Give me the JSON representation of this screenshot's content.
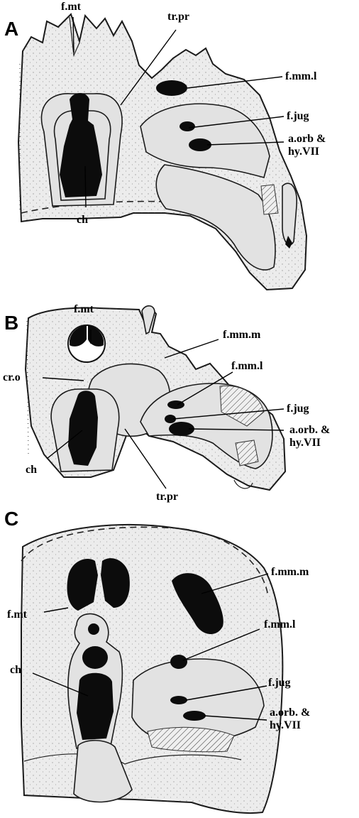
{
  "panels": [
    {
      "id": "A",
      "labels": {
        "f_mt": "f.mt",
        "tr_pr": "tr.pr",
        "f_mm_l": "f.mm.l",
        "f_jug": "f.jug",
        "a_orb_1": "a.orb &",
        "a_orb_2": "hy.VII",
        "ch": "ch"
      }
    },
    {
      "id": "B",
      "labels": {
        "f_mt": "f.mt",
        "f_mm_m": "f.mm.m",
        "f_mm_l": "f.mm.l",
        "cr_o": "cr.o",
        "f_jug": "f.jug",
        "a_orb_1": "a.orb. &",
        "a_orb_2": "hy.VII",
        "ch": "ch",
        "tr_pr": "tr.pr"
      }
    },
    {
      "id": "C",
      "labels": {
        "f_mm_m": "f.mm.m",
        "f_mt": "f.mt",
        "f_mm_l": "f.mm.l",
        "ch": "ch",
        "f_jug": "f.jug",
        "a_orb_1": "a.orb. &",
        "a_orb_2": "hy.VII"
      }
    }
  ]
}
